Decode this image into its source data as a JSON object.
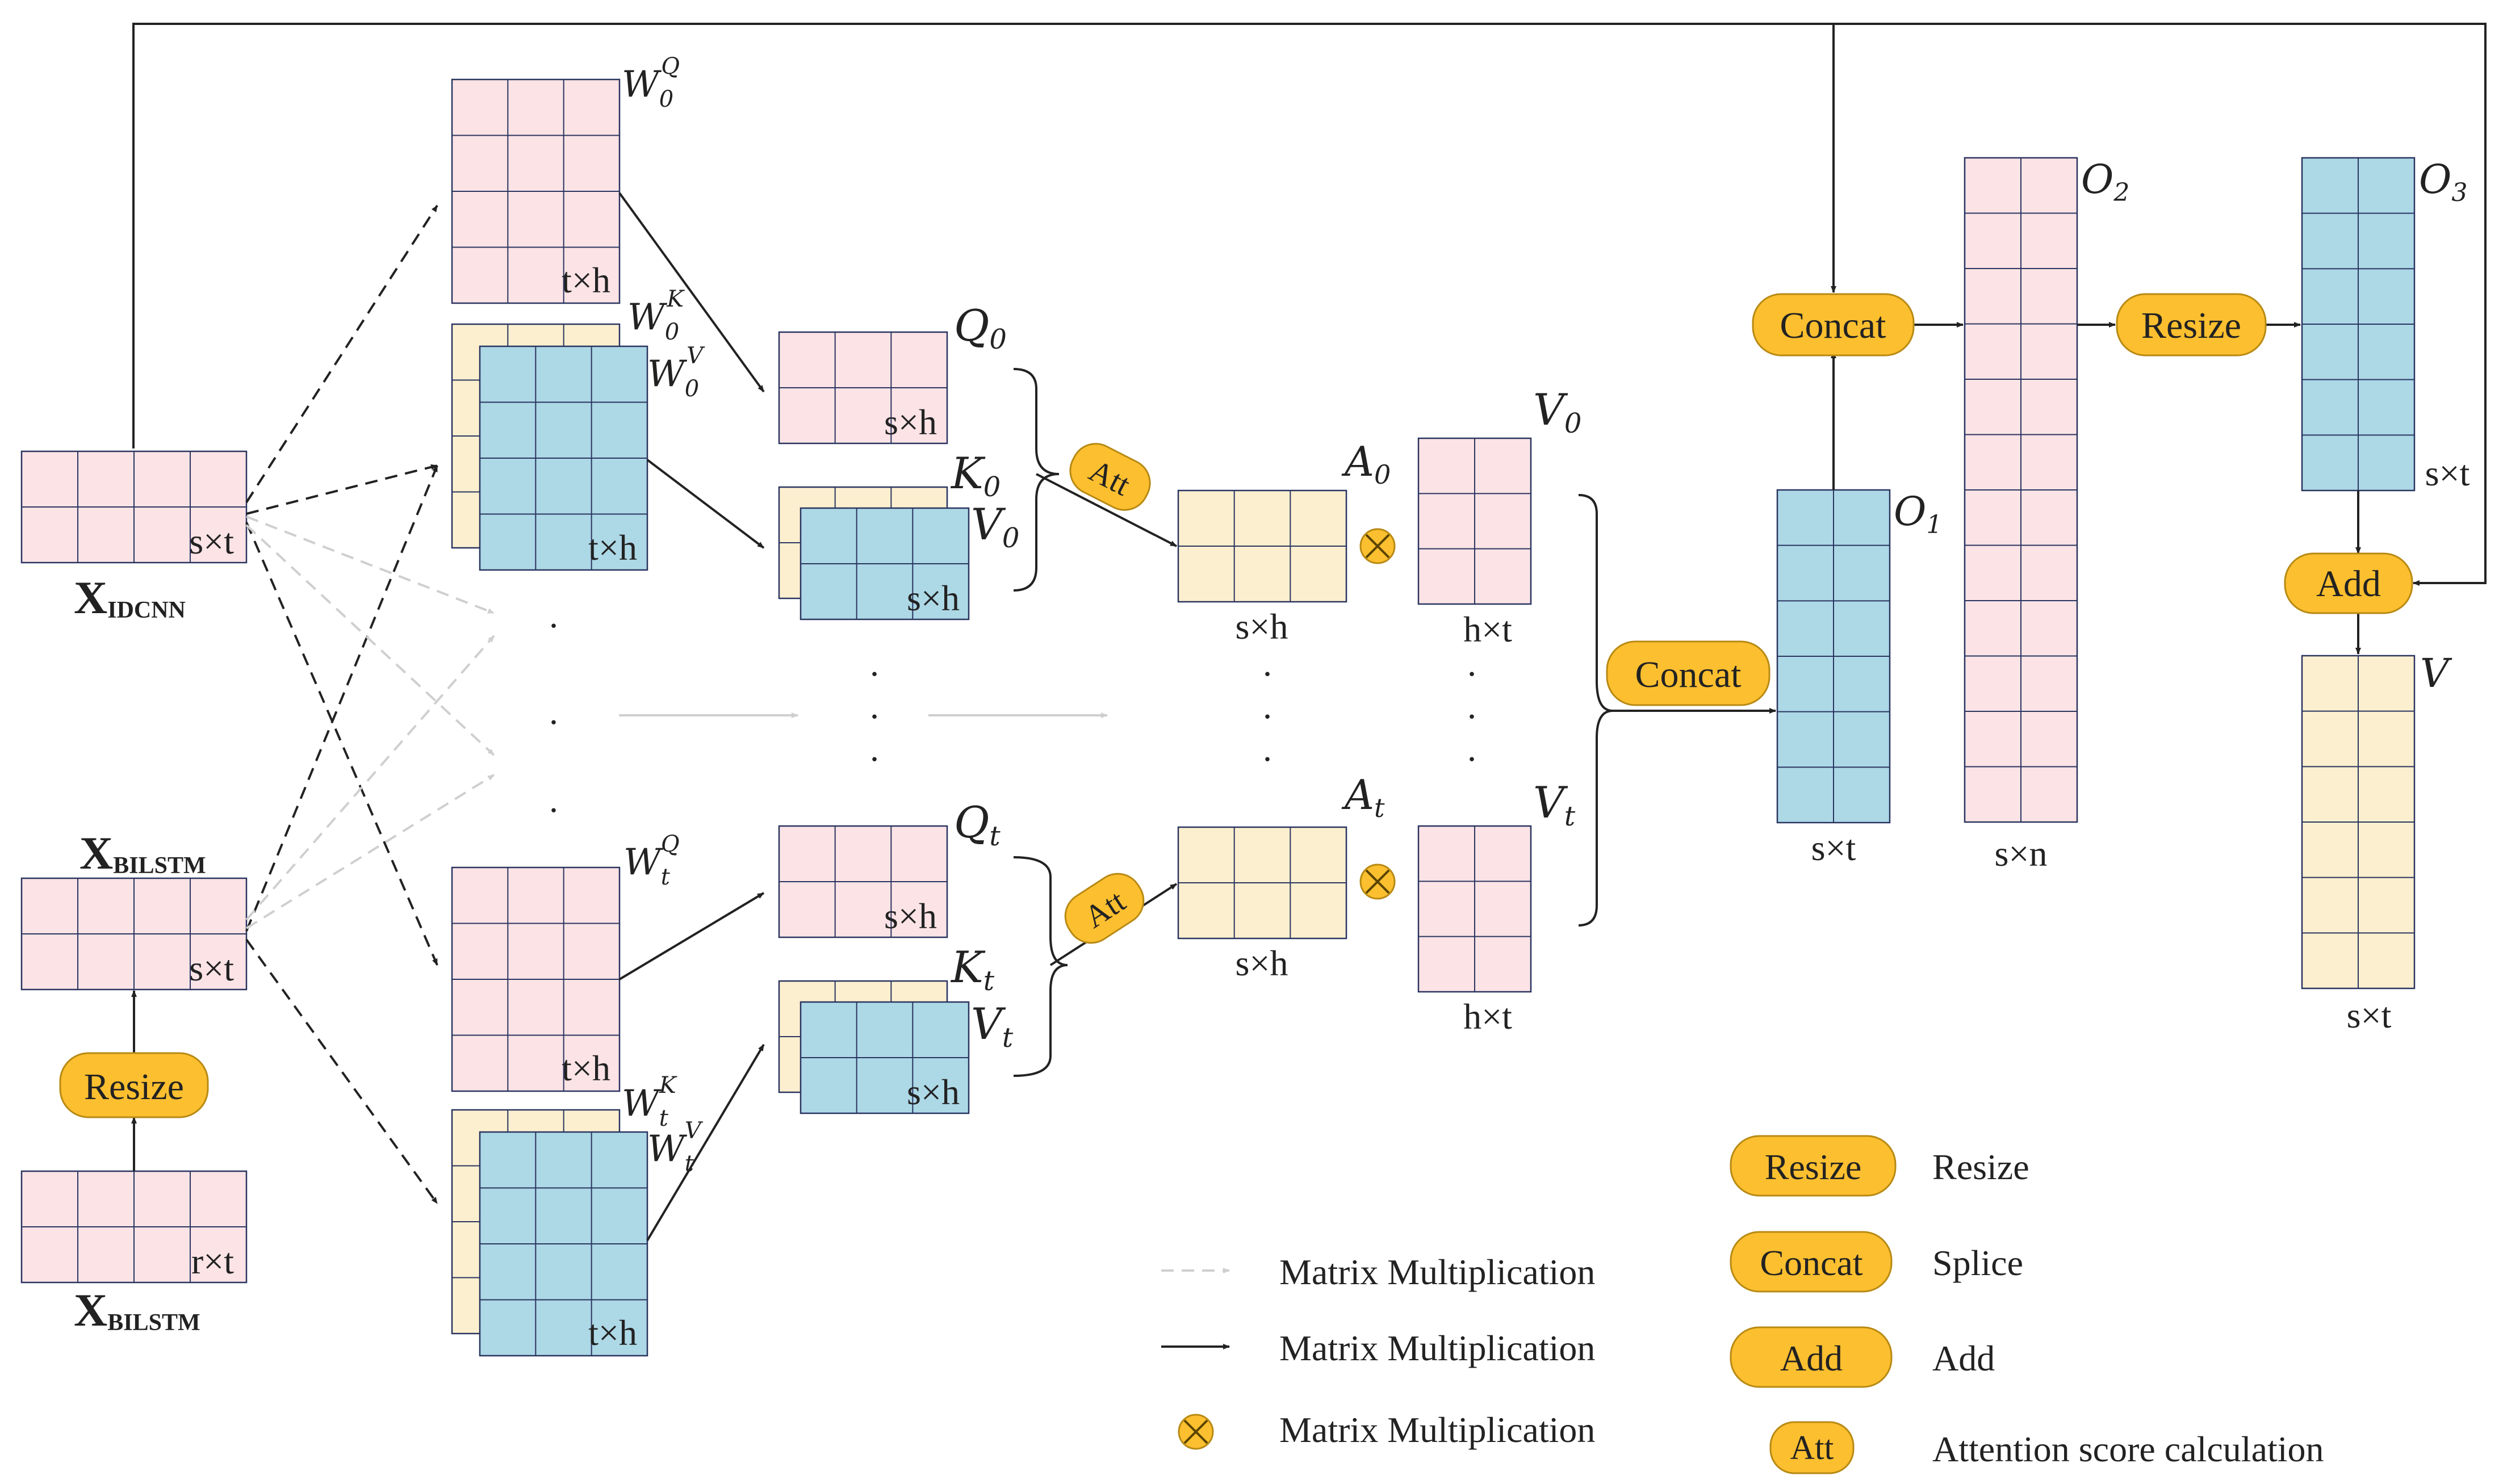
{
  "colors": {
    "pink": "#fbe3e6",
    "blue": "#add8e6",
    "cream": "#fcefcf",
    "orange": "#fcbf2f",
    "orange_border": "#b88a14",
    "grid_line": "#2a3560",
    "arrow": "#222222",
    "arrow_light": "#cfcfcf"
  },
  "inputs": {
    "x_idcnn": {
      "name_main": "X",
      "name_sub": "IDCNN",
      "dims": "s×t"
    },
    "x_bilstm": {
      "name_main": "X",
      "name_sub": "BILSTM",
      "dims": "s×t"
    },
    "x_bilstm_raw": {
      "name_main": "X",
      "name_sub": "BILSTM",
      "dims": "r×t"
    },
    "resize_label": "Resize"
  },
  "weights": {
    "wq0": {
      "main": "W",
      "sub": "0",
      "sup": "Q",
      "dims": "t×h"
    },
    "wk0": {
      "main": "W",
      "sub": "0",
      "sup": "K"
    },
    "wv0": {
      "main": "W",
      "sub": "0",
      "sup": "V",
      "dims": "t×h"
    },
    "wqt": {
      "main": "W",
      "sub": "t",
      "sup": "Q",
      "dims": "t×h"
    },
    "wkt": {
      "main": "W",
      "sub": "t",
      "sup": "K"
    },
    "wvt": {
      "main": "W",
      "sub": "t",
      "sup": "V",
      "dims": "t×h"
    }
  },
  "projections": {
    "q0": {
      "main": "Q",
      "sub": "0",
      "dims": "s×h"
    },
    "k0": {
      "main": "K",
      "sub": "0"
    },
    "v0": {
      "main": "V",
      "sub": "0",
      "dims": "s×h"
    },
    "qt": {
      "main": "Q",
      "sub": "t",
      "dims": "s×h"
    },
    "kt": {
      "main": "K",
      "sub": "t"
    },
    "vt": {
      "main": "V",
      "sub": "t",
      "dims": "s×h"
    }
  },
  "attention": {
    "att_label": "Att",
    "a0": {
      "main": "A",
      "sub": "0",
      "dims": "s×h"
    },
    "at": {
      "main": "A",
      "sub": "t",
      "dims": "s×h"
    },
    "v0_head": {
      "main": "V",
      "sub": "0",
      "dims": "h×t"
    },
    "vt_head": {
      "main": "V",
      "sub": "t",
      "dims": "h×t"
    },
    "dots": "."
  },
  "outputs": {
    "concat_label": "Concat",
    "resize_label": "Resize",
    "add_label": "Add",
    "o1": {
      "main": "O",
      "sub": "1",
      "dims": "s×t"
    },
    "o2": {
      "main": "O",
      "sub": "2",
      "dims": "s×n"
    },
    "o3": {
      "main": "O",
      "sub": "3",
      "dims": "s×t"
    },
    "v_final": {
      "main": "V",
      "dims": "s×t"
    }
  },
  "legend": {
    "dashed_light": "Matrix Multiplication",
    "solid_arrow": "Matrix Multiplication",
    "otimes": "Matrix Multiplication",
    "resize_btn": "Resize",
    "resize_desc": "Resize",
    "concat_btn": "Concat",
    "concat_desc": "Splice",
    "add_btn": "Add",
    "add_desc": "Add",
    "att_btn": "Att",
    "att_desc": "Attention score calculation"
  }
}
